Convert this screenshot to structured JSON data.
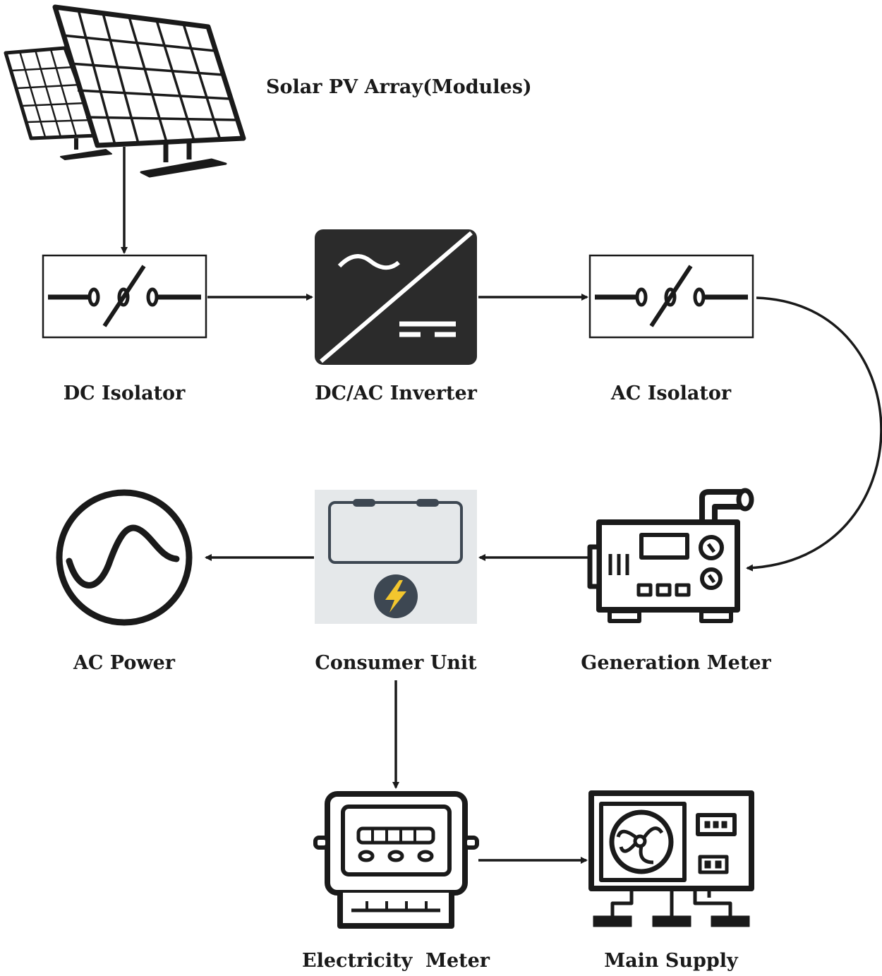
{
  "labels": {
    "solar_array": "Solar PV Array(Modules)",
    "dc_isolator": "DC Isolator",
    "inverter": "DC/AC Inverter",
    "ac_isolator": "AC Isolator",
    "ac_power": "AC Power",
    "consumer_unit": "Consumer Unit",
    "generation_meter": "Generation Meter",
    "electricity_meter": "Electricity  Meter",
    "main_supply": "Main Supply"
  },
  "colors": {
    "ink": "#1a1a1a",
    "consumer_unit_panel": "#e5e8ea",
    "bolt_badge": "#3d4752",
    "bolt": "#f3c62e"
  }
}
